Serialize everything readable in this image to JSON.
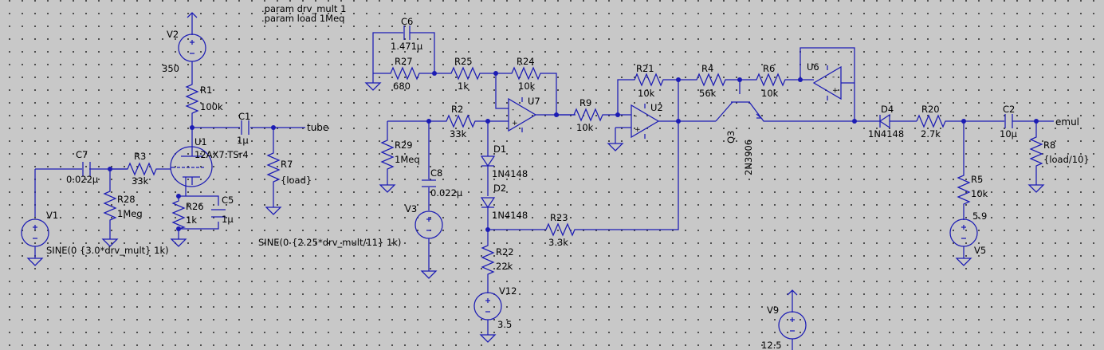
{
  "directives": [
    ".param drv_mult 1",
    ".param load 1Meq"
  ],
  "labels": {
    "V2": "V2",
    "V2_val": "350",
    "R1": "R1",
    "R1_val": "100k",
    "C1": "C1",
    "C1_val": "1µ",
    "U1": "U1",
    "U1_val": "12AX7.TSr4",
    "R7": "R7",
    "R7_val": "{load}",
    "C7": "C7",
    "C7_val": "0.022µ",
    "R3": "R3",
    "R3_val": "33k",
    "R28": "R28",
    "R28_val": "1Meg",
    "R26": "R26",
    "R26_val": "1k",
    "C5": "C5",
    "C5_val": "1µ",
    "V1": "V1",
    "V1_val": "SINE(0 {3.0*drv_mult} 1k)",
    "C6": "C6",
    "C6_val": "1.471µ",
    "R27": "R27",
    "R27_val": "680",
    "R25": "R25",
    "R25_val": "1k",
    "R24": "R24",
    "R24_val": "10k",
    "U7": "U7",
    "R2": "R2",
    "R2_val": "33k",
    "R29": "R29",
    "R29_val": "1Meq",
    "C8": "C8",
    "C8_val": "0.022µ",
    "V3": "V3",
    "V3_val": "SINE(0 {2.25*drv_mult/11} 1k)",
    "D1": "D1",
    "D1_val": "1N4148",
    "D2": "D2",
    "D2_val": "1N4148",
    "R23": "R23",
    "R23_val": "3.3k",
    "R22": "R22",
    "R22_val": "22k",
    "V12": "V12",
    "V12_val": "3.5",
    "R9": "R9",
    "R9_val": "10k",
    "R21": "R21",
    "R21_val": "10k",
    "U2": "U2",
    "R4": "R4",
    "R4_val": "56k",
    "R6": "R6",
    "R6_val": "10k",
    "Q3": "Q3",
    "Q3_val": "2N3906",
    "U6": "U6",
    "D4": "D4",
    "D4_val": "1N4148",
    "R20": "R20",
    "R20_val": "2.7k",
    "C2": "C2",
    "C2_val": "10µ",
    "R8": "R8",
    "R8_val": "{load/10}",
    "R5": "R5",
    "R5_val": "10k",
    "V5": "V5",
    "V5_val": "5.9",
    "V9": "V9",
    "V9_val": "12.5"
  },
  "nets": {
    "tube": "tube",
    "emul": "emul"
  },
  "colors": {
    "background": "#c8c8c8",
    "wire": "#1c1cb4",
    "text": "#000000"
  }
}
